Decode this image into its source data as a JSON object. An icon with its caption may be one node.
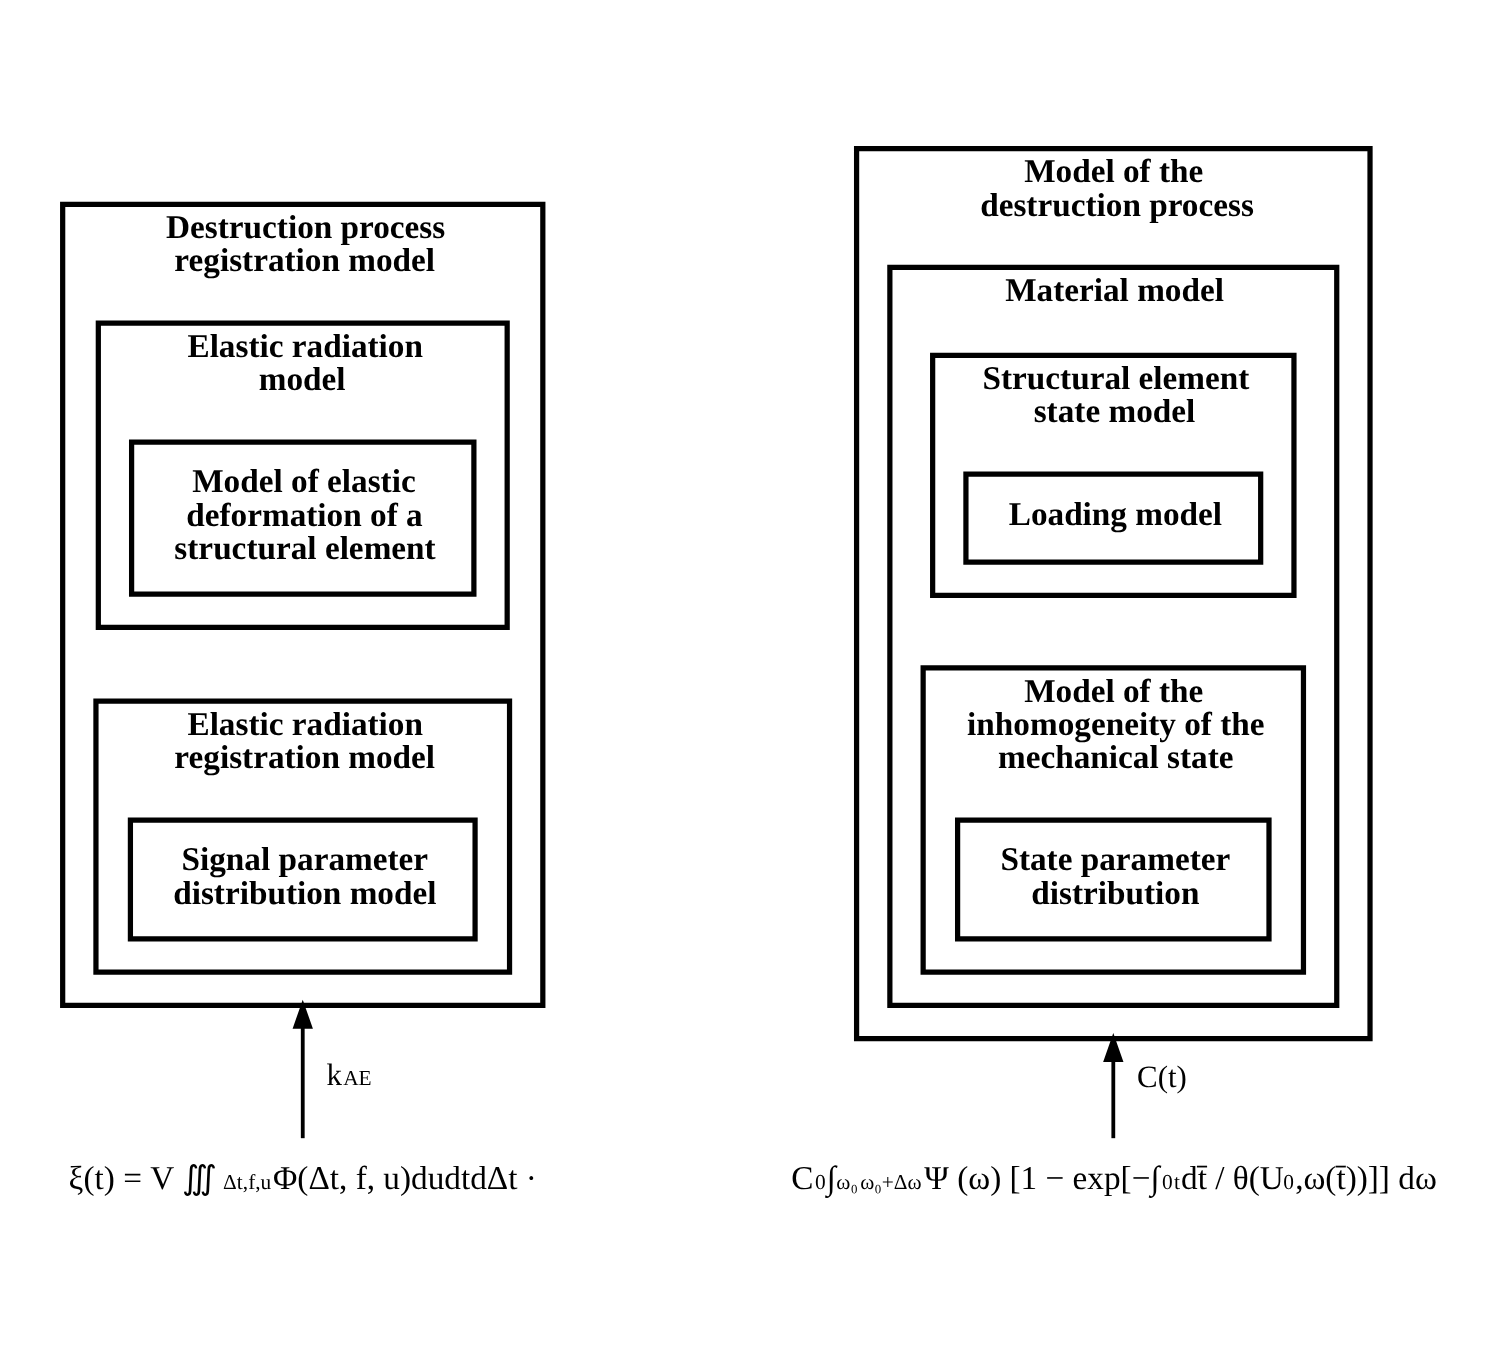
{
  "diagram": {
    "nodes": [
      {
        "text": [
          "Destruction process registration model"
        ]
      },
      {
        "text": [
          "Elastic radiation model"
        ],
        "in": 0
      },
      {
        "text": [
          "Model of elastic deformation of a structural element"
        ],
        "in": 1
      },
      {
        "text": [
          "Elastic radiation registration model"
        ],
        "in": 0
      },
      {
        "text": [
          "Signal parameter distribution model"
        ],
        "in": 3
      },
      {
        "text": [
          "Model of the destruction process"
        ]
      },
      {
        "text": [
          "Material model"
        ],
        "in": 5
      },
      {
        "text": [
          "Structural element state model"
        ],
        "in": 6
      },
      {
        "text": [
          "Loading model"
        ],
        "in": 7
      },
      {
        "text": [
          "Model of the inhomogeneity of the mechanical state"
        ],
        "in": 6
      },
      {
        "text": [
          "State parameter distribution"
        ],
        "in": 9
      },
      {
        "text": [
          "ξ(t) = V ∭$_{Δt,f,u}$Φ(Δt, f, u)dudtdΔt ·"
        ]
      },
      {
        "text": [
          "C$_{0}$∫$_{ω₀}$$^{ω₀+Δω}$Ψ (ω) [1 − exp[−∫$_{0}$$^{t}$dt̄ / θ(U$_{0}$,ω(t̄))]] dω"
        ]
      }
    ],
    "edges": [
      {
        "from": 11,
        "to": 0,
        "arrow": "to",
        "label": "k$_{AE}$"
      },
      {
        "from": 12,
        "to": 5,
        "arrow": "to",
        "label": "C(t)"
      }
    ]
  }
}
